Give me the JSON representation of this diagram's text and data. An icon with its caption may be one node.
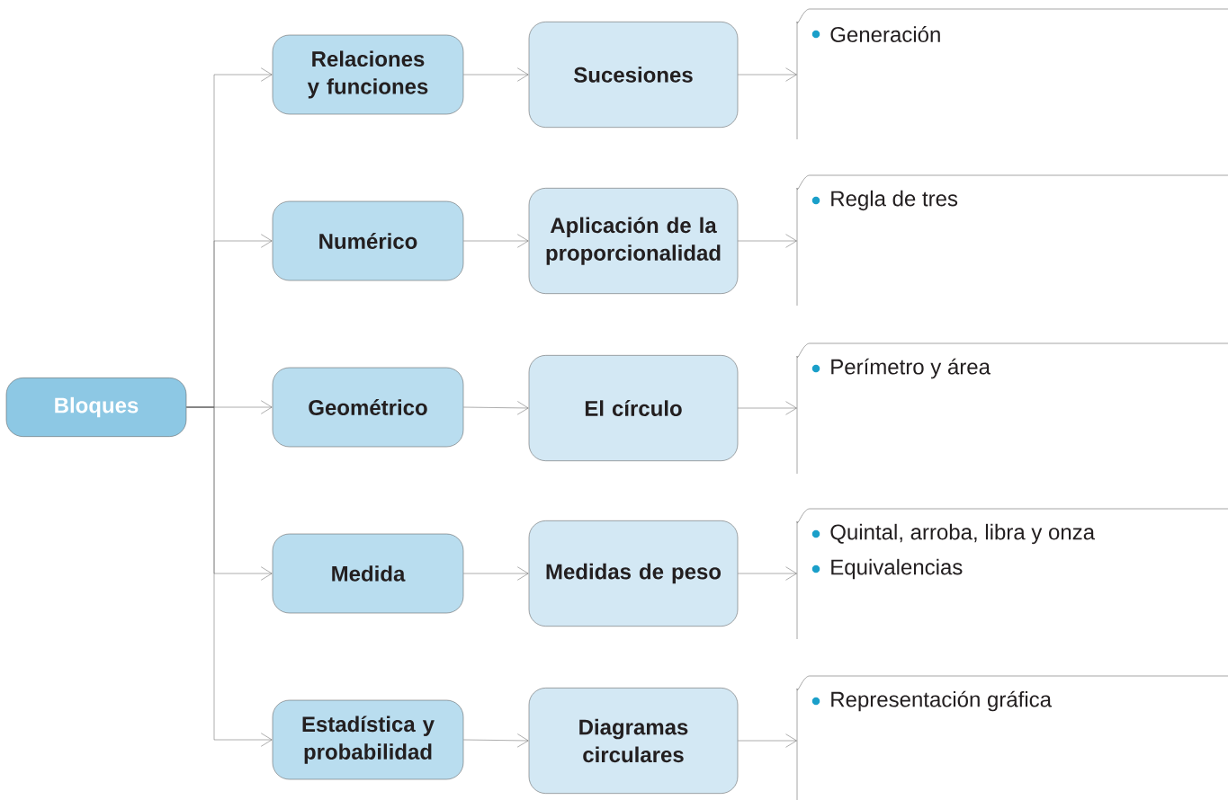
{
  "diagram": {
    "nodes": [
      {
        "text": [
          "Bloques"
        ]
      },
      {
        "text": [
          "Relaciones y funciones"
        ]
      },
      {
        "text": [
          "Numérico"
        ]
      },
      {
        "text": [
          "Geométrico"
        ]
      },
      {
        "text": [
          "Medida"
        ]
      },
      {
        "text": [
          "Estadística y probabilidad"
        ]
      },
      {
        "text": [
          "Sucesiones"
        ]
      },
      {
        "text": [
          "Aplicación de la proporcionalidad"
        ]
      },
      {
        "text": [
          "El círculo"
        ]
      },
      {
        "text": [
          "Medidas de peso"
        ]
      },
      {
        "text": [
          "Diagramas circulares"
        ]
      },
      {
        "text": [
          "Generación"
        ]
      },
      {
        "text": [
          "Regla de tres"
        ]
      },
      {
        "text": [
          "Perímetro y área"
        ]
      },
      {
        "text": [
          "Quintal, arroba, libra y onza",
          "Equivalencias"
        ]
      },
      {
        "text": [
          "Representación gráfica"
        ]
      }
    ],
    "edges": [
      {
        "from": 0,
        "to": 1,
        "arrow": "to"
      },
      {
        "from": 0,
        "to": 2,
        "arrow": "to"
      },
      {
        "from": 0,
        "to": 3,
        "arrow": "to"
      },
      {
        "from": 0,
        "to": 4,
        "arrow": "to"
      },
      {
        "from": 0,
        "to": 5,
        "arrow": "to"
      },
      {
        "from": 1,
        "to": 6,
        "arrow": "to"
      },
      {
        "from": 2,
        "to": 7,
        "arrow": "to"
      },
      {
        "from": 3,
        "to": 8,
        "arrow": "to"
      },
      {
        "from": 4,
        "to": 9,
        "arrow": "to"
      },
      {
        "from": 5,
        "to": 10,
        "arrow": "to"
      },
      {
        "from": 6,
        "to": 11,
        "arrow": "to"
      },
      {
        "from": 7,
        "to": 12,
        "arrow": "to"
      },
      {
        "from": 8,
        "to": 13,
        "arrow": "to"
      },
      {
        "from": 9,
        "to": 14,
        "arrow": "to"
      },
      {
        "from": 10,
        "to": 15,
        "arrow": "to"
      }
    ]
  }
}
